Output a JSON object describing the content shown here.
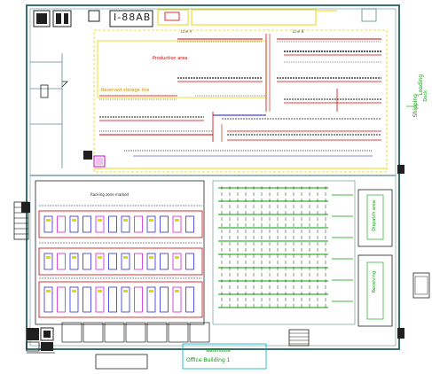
{
  "colors": {
    "wall": "#5a8a8a",
    "green": "#00a000",
    "red": "#d40000",
    "blue": "#1010d0",
    "yellow": "#e8d800",
    "magenta": "#d000d0",
    "cyan": "#00b0c0",
    "dark": "#202020"
  },
  "icons": {
    "stair": "stair-hatch-icon",
    "equipment": "equipment-block-icon",
    "door": "door-swing-icon"
  },
  "labels": {
    "title_block_top": "I-88AB",
    "upper_zone": "Production area",
    "upper_zone_note": "Reserved storage line",
    "mid_line_a": "Line A",
    "mid_line_b": "Line B",
    "rack_title": "Racking zone marked",
    "right_label_1": "Shipping",
    "right_label_2": "Dock",
    "right_label_3": "Loading",
    "right_label_4": "Dispatch area",
    "right_label_5": "Receiving",
    "bottom_label_main": "Office Building 1",
    "bottom_label_sub": "Warehouse"
  }
}
